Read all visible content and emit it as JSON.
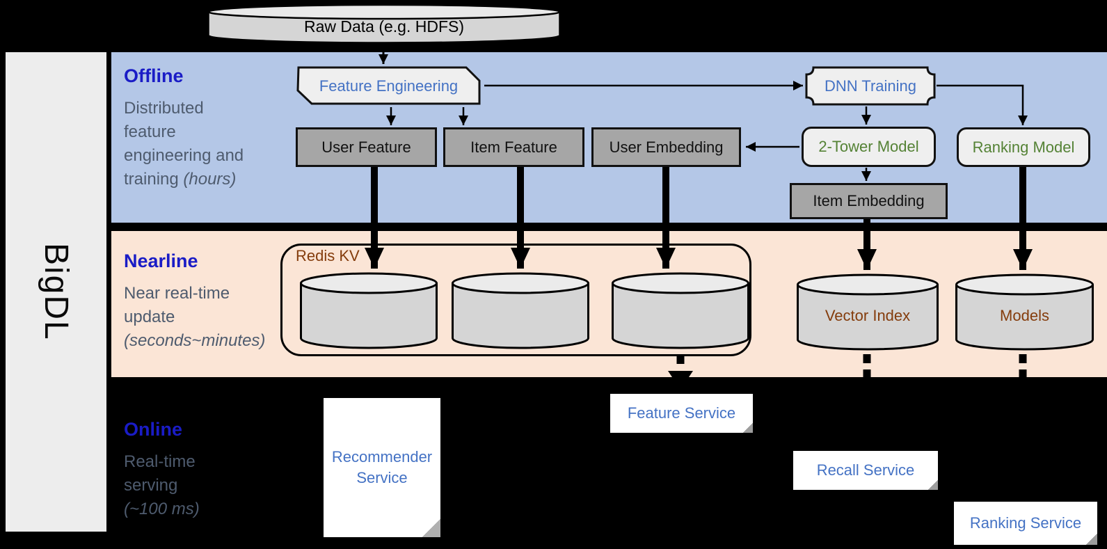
{
  "sidebar": {
    "label": "BigDL"
  },
  "bands": {
    "offline": {
      "title": "Offline",
      "desc_lines": [
        "Distributed",
        "feature",
        "engineering and"
      ],
      "desc_tail": "training ",
      "desc_tail_italic": "(hours)"
    },
    "nearline": {
      "title": "Nearline",
      "desc_lines": [
        "Near real-time",
        "update"
      ],
      "desc_tail_italic": "(seconds~minutes)"
    },
    "online": {
      "title": "Online",
      "desc_lines": [
        "Real-time",
        "serving"
      ],
      "desc_tail_italic": "(~100 ms)"
    }
  },
  "nodes": {
    "raw_data": {
      "label": "Raw Data (e.g. HDFS)"
    },
    "feature_engineering": {
      "label": "Feature Engineering"
    },
    "dnn_training": {
      "label": "DNN Training"
    },
    "user_feature": {
      "label": "User Feature"
    },
    "item_feature": {
      "label": "Item Feature"
    },
    "user_embedding": {
      "label": "User Embedding"
    },
    "two_tower_model": {
      "label": "2-Tower Model"
    },
    "ranking_model": {
      "label": "Ranking Model"
    },
    "item_embedding": {
      "label": "Item Embedding"
    },
    "redis_kv": {
      "label": "Redis KV"
    },
    "vector_index": {
      "label": "Vector Index"
    },
    "models": {
      "label": "Models"
    },
    "feature_service": {
      "label": "Feature Service"
    },
    "recommender_service": {
      "label": "Recommender Service"
    },
    "recall_service": {
      "label": "Recall Service"
    },
    "ranking_service": {
      "label": "Ranking Service"
    }
  },
  "colors": {
    "background": "#000000",
    "sidebar": "#EDEDED",
    "offline_band": "#B4C7E7",
    "nearline_band": "#FBE5D6",
    "zone_title_blue": "#1A1CC6",
    "zone_desc_gray": "#4E5B6E",
    "process_text_blue": "#4472C4",
    "model_text_green": "#548235",
    "storage_text_brown": "#843C0C",
    "service_text_blue": "#4472C4",
    "gray_box_fill": "#A6A6A6",
    "light_box_fill": "#EFEFEF",
    "cylinder_fill": "#D5D5D5"
  }
}
